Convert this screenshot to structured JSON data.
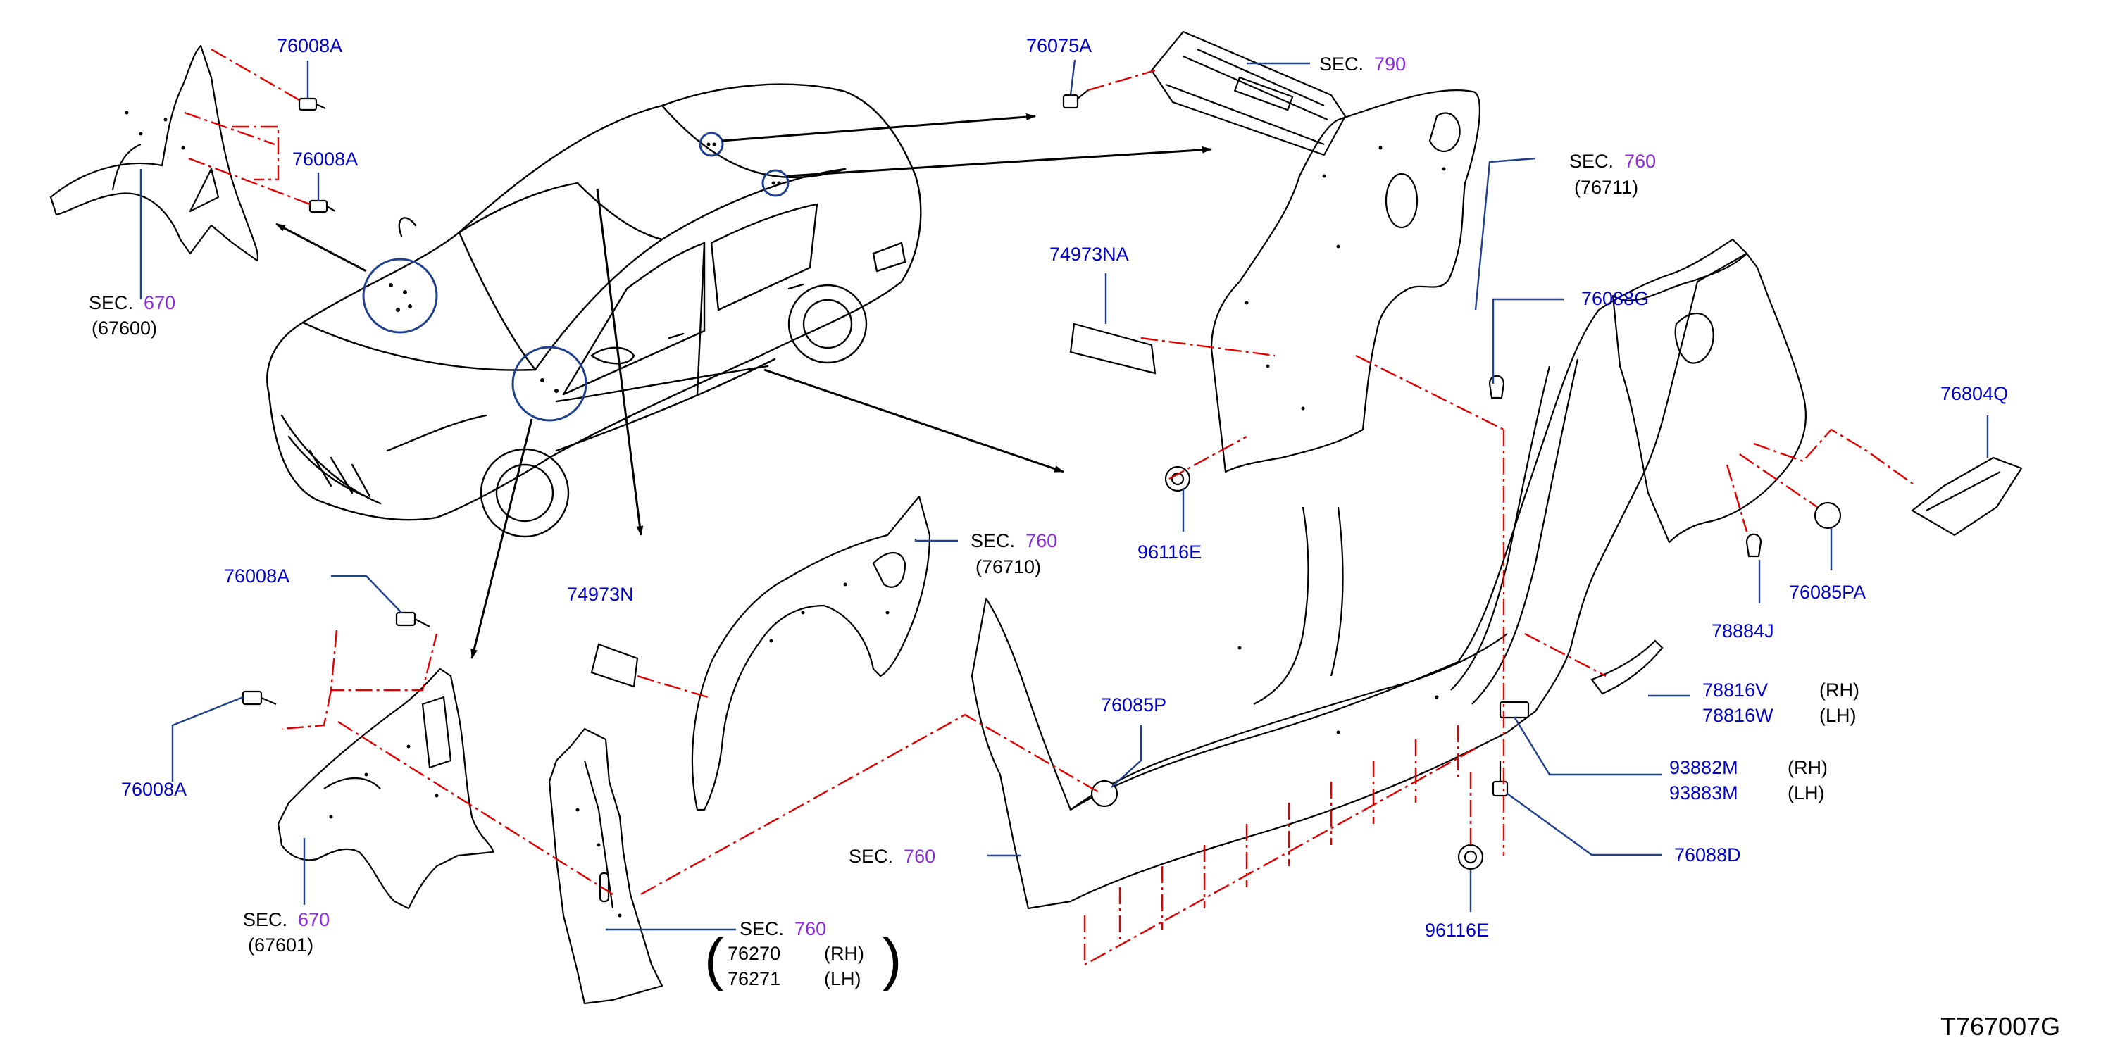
{
  "diagram_code": "T767007G",
  "colors": {
    "part_number": "#0000c8",
    "section_number": "#8a2be2",
    "text": "#000000",
    "phantom_line": "#e00000",
    "leader": "#1f3f8f"
  },
  "sec_prefix": "SEC.",
  "callouts": {
    "p76008A_top1": "76008A",
    "p76008A_top2": "76008A",
    "p76008A_mid": "76008A",
    "p76008A_left": "76008A",
    "p76075A": "76075A",
    "p74973NA": "74973NA",
    "p74973N": "74973N",
    "p76088G": "76088G",
    "p76804Q": "76804Q",
    "p96116E_a": "96116E",
    "p96116E_b": "96116E",
    "p78884J": "78884J",
    "p76085PA": "76085PA",
    "p76085P": "76085P",
    "p78816V": "78816V",
    "p78816W": "78816W",
    "p93882M": "93882M",
    "p93883M": "93883M",
    "p76088D": "76088D",
    "p76270": "76270",
    "p76271": "76271"
  },
  "sides": {
    "rh": "(RH)",
    "lh": "(LH)"
  },
  "sections": {
    "s670_top": {
      "num": "670",
      "sub": "(67600)"
    },
    "s670_bot": {
      "num": "670",
      "sub": "(67601)"
    },
    "s790": {
      "num": "790"
    },
    "s760_r": {
      "num": "760",
      "sub": "(76711)"
    },
    "s760_mid": {
      "num": "760",
      "sub": "(76710)"
    },
    "s760_sill": {
      "num": "760"
    },
    "s760_pillar": {
      "num": "760"
    }
  },
  "icons": [
    "bolt-icon",
    "clip-icon",
    "grommet-icon",
    "plug-icon",
    "vent-icon",
    "nut-icon"
  ]
}
